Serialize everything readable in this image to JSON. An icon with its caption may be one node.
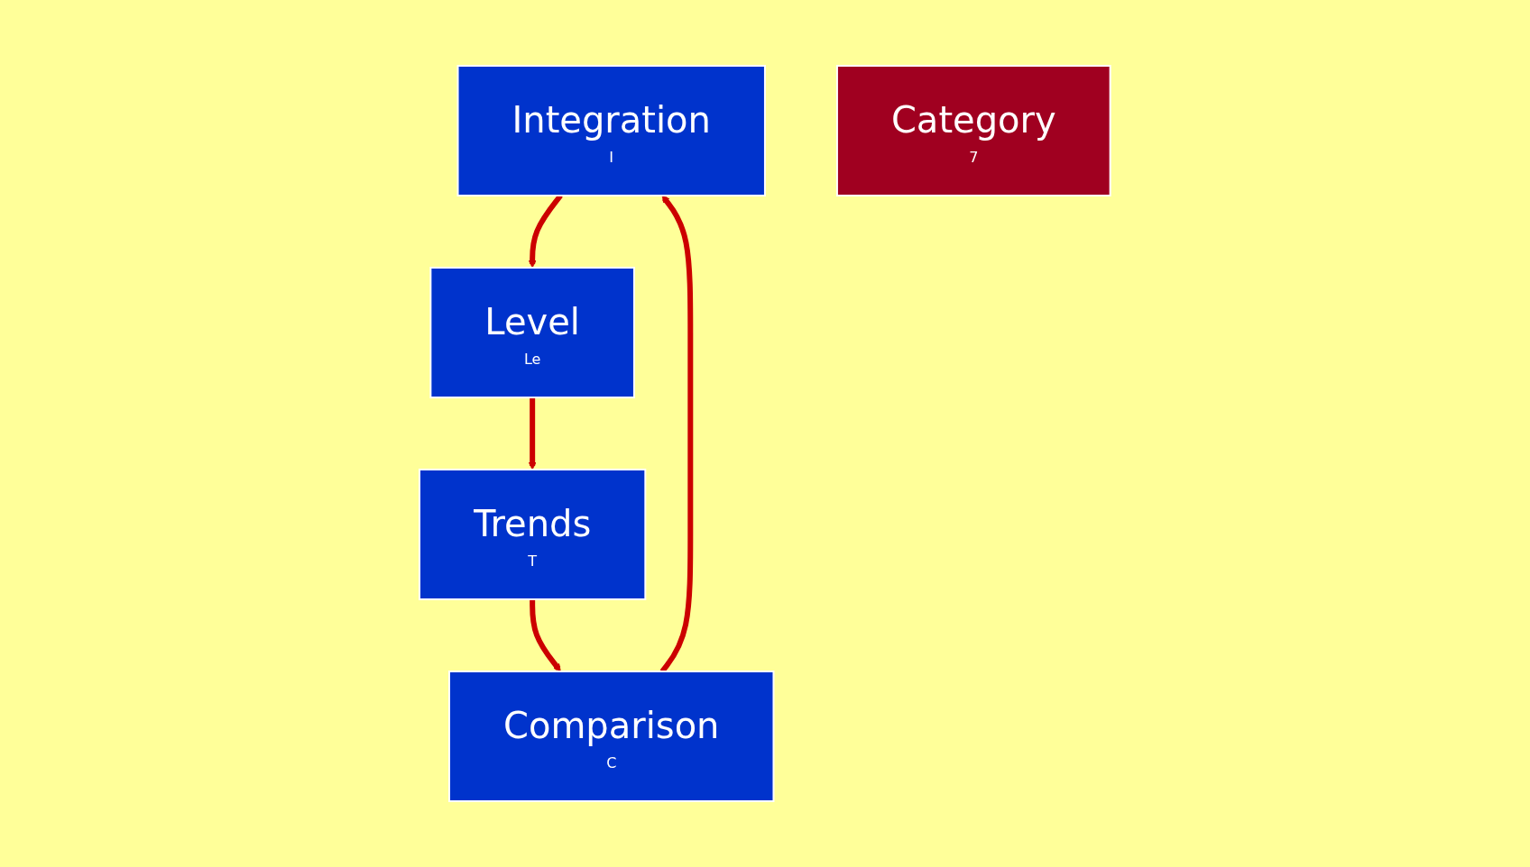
{
  "diagram": {
    "nodes": [
      {
        "text": [
          "Integration",
          "I"
        ]
      },
      {
        "text": [
          "Comparison",
          "C"
        ]
      },
      {
        "text": [
          "Category",
          "7"
        ]
      },
      {
        "text": [
          "Level",
          "Le"
        ]
      },
      {
        "text": [
          "Trends",
          "T"
        ]
      }
    ],
    "edges": [
      {
        "from": 1,
        "to": 0,
        "arrow": "to"
      },
      {
        "from": 0,
        "to": 3,
        "arrow": "to"
      },
      {
        "from": 3,
        "to": 4,
        "arrow": "to"
      },
      {
        "from": 4,
        "to": 1,
        "arrow": "to"
      }
    ]
  }
}
